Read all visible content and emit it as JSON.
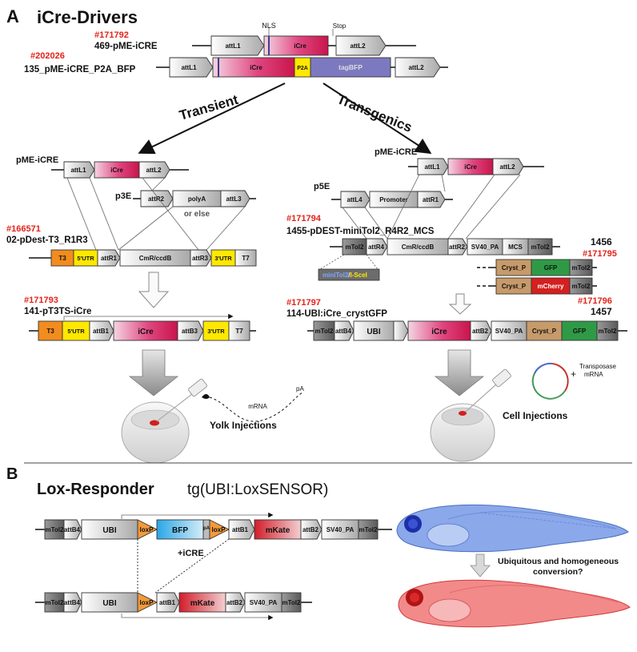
{
  "panelA": {
    "letter": "A",
    "title": "iCre-Drivers",
    "top1": {
      "id": "#171792",
      "name": "469-pME-iCRE",
      "nls": "NLS",
      "stop": "Stop",
      "attL1": "attL1",
      "icre": "iCre",
      "attL2": "attL2"
    },
    "top2": {
      "id": "#202026",
      "name": "135_pME-iCRE_P2A_BFP",
      "attL1": "attL1",
      "icre": "iCre",
      "p2a": "P2A",
      "tagbfp": "tagBFP",
      "attL2": "attL2"
    },
    "arrowLeft": "Transient",
    "arrowRight": "Transgenics",
    "left": {
      "pme": {
        "name": "pME-iCRE",
        "attL1": "attL1",
        "icre": "iCre",
        "attL2": "attL2"
      },
      "p3e": {
        "name": "p3E",
        "attR2": "attR2",
        "polya": "polyA",
        "orelse": "or else",
        "attL3": "attL3"
      },
      "dest": {
        "id": "#166571",
        "name": "02-pDest-T3_R1R3",
        "t3": "T3",
        "utr5": "5'UTR",
        "attR1": "attR1",
        "cmr": "CmR/ccdB",
        "attR3": "attR3",
        "utr3": "3'UTR",
        "t7": "T7"
      },
      "product": {
        "id": "#171793",
        "name": "141-pT3TS-iCre",
        "t3": "T3",
        "utr5": "5'UTR",
        "attB1": "attB1",
        "icre": "iCre",
        "attB3": "attB3",
        "utr3": "3'UTR",
        "t7": "T7"
      },
      "mrna": "mRNA",
      "pa": "pA",
      "injection": "Yolk Injections"
    },
    "right": {
      "pme": {
        "name": "pME-iCRE",
        "attL1": "attL1",
        "icre": "iCre",
        "attL2": "attL2"
      },
      "p5e": {
        "name": "p5E",
        "attL4": "attL4",
        "promoter": "Promoter",
        "attR1": "attR1"
      },
      "dest": {
        "id": "#171794",
        "name": "1455-pDEST-miniTol2_R4R2_MCS",
        "mtol2a": "mTol2",
        "attR4": "attR4",
        "cmr": "CmR/ccdB",
        "attR2": "attR2",
        "sv40": "SV40_PA",
        "mcs": "MCS",
        "mtol2b": "mTol2"
      },
      "minitol": {
        "a": "miniTol2",
        "sep": "/",
        "b": "I-SceI"
      },
      "alt1": {
        "num": "1456",
        "id": "#171795",
        "cryst": "Cryst_P",
        "gfp": "GFP",
        "mtol2": "mTol2"
      },
      "alt2": {
        "id": "#171796",
        "num": "1457",
        "cryst": "Cryst_P",
        "mcherry": "mCherry",
        "mtol2": "mTol2"
      },
      "product": {
        "id": "#171797",
        "name": "114-UBI:iCre_crystGFP",
        "mtol2a": "mTol2",
        "attB4": "attB4",
        "ubi": "UBI",
        "icre": "iCre",
        "attB2": "attB2",
        "sv40": "SV40_PA",
        "cryst": "Cryst_P",
        "gfp": "GFP",
        "mtol2b": "mTol2"
      },
      "transposase": "Transposase",
      "trmrna": "mRNA",
      "plus": "+",
      "injection": "Cell Injections"
    }
  },
  "panelB": {
    "letter": "B",
    "title": "Lox-Responder",
    "subtitle": "tg(UBI:LoxSENSOR)",
    "row1": {
      "mtol2a": "mTol2",
      "attB4": "attB4",
      "ubi": "UBI",
      "loxp1": "loxP",
      "bfp": "BFP",
      "pa": "pA",
      "loxp2": "loxP",
      "attB1": "attB1",
      "mkate": "mKate",
      "attB2": "attB2",
      "sv40": "SV40_PA",
      "mtol2b": "mTol2"
    },
    "plusicre": "+iCRE",
    "row2": {
      "mtol2a": "mTol2",
      "attB4": "attB4",
      "ubi": "UBI",
      "loxp": "loxP",
      "attB1": "attB1",
      "mkate": "mKate",
      "attB2": "attB2",
      "sv40": "SV40_PA",
      "mtol2b": "mTol2"
    },
    "question": "Ubiquitous and homogeneous",
    "question2": "conversion?"
  },
  "colors": {
    "icre": "#d81b60",
    "orange": "#f28c1e",
    "yellow": "#ffe800",
    "tagbfp": "#7d79c1",
    "green": "#2f9a46",
    "tan": "#c79a6a",
    "red": "#d4201f",
    "dark": "#707070"
  }
}
